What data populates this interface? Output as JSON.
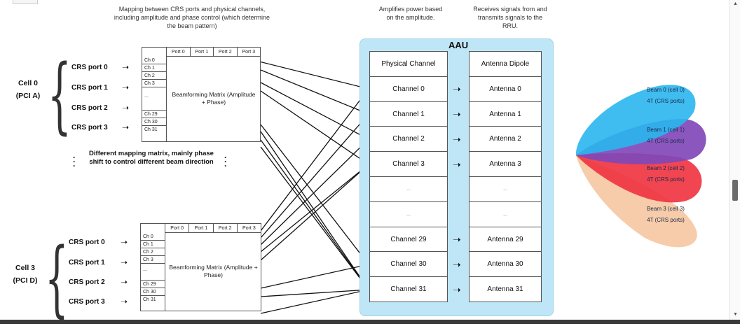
{
  "notes": {
    "mapping": "Mapping between CRS ports and physical channels, including amplitude and phase control (which determine the beam pattern)",
    "amplifies": "Amplifies power based on the amplitude.",
    "receives": "Receives signals from and transmits signals to the RRU."
  },
  "cells": [
    {
      "name": "Cell 0",
      "pci": "(PCI A)",
      "ports": [
        "CRS port 0",
        "CRS port 1",
        "CRS port 2",
        "CRS port 3"
      ]
    },
    {
      "name": "Cell 3",
      "pci": "(PCI D)",
      "ports": [
        "CRS port 0",
        "CRS port 1",
        "CRS port 2",
        "CRS port 3"
      ]
    }
  ],
  "matrix": {
    "header_ports": [
      "Port 0",
      "Port 1",
      "Port 2",
      "Port 3"
    ],
    "channels": [
      "Ch 0",
      "Ch 1",
      "Ch 2",
      "Ch 3",
      "...",
      "Ch 29",
      "Ch 30",
      "Ch 31"
    ],
    "label": "Beamforming Matrix (Amplitude + Phase)"
  },
  "middle_note": "Different mapping matrix, mainly phase shift to control different beam direction",
  "aau": {
    "title": "AAU",
    "physical_header": "Physical Channel",
    "antenna_header": "Antenna Dipole",
    "channels": [
      "Channel 0",
      "Channel 1",
      "Channel 2",
      "Channel 3",
      "...",
      "...",
      "Channel 29",
      "Channel 30",
      "Channel 31"
    ],
    "antennas": [
      "Antenna 0",
      "Antenna 1",
      "Antenna 2",
      "Antenna 3",
      "...",
      "...",
      "Antenna 29",
      "Antenna 30",
      "Antenna 31"
    ]
  },
  "beams": [
    {
      "line1": "Beam 0 (cell 0)",
      "line2": "4T (CRS ports)",
      "color": "#1fb2ee"
    },
    {
      "line1": "Beam 1 (cell 1)",
      "line2": "4T (CRS ports)",
      "color": "#7a3fb5"
    },
    {
      "line1": "Beam 2 (cell 2)",
      "line2": "4T (CRS ports)",
      "color": "#ef2a38"
    },
    {
      "line1": "Beam 3 (cell 3)",
      "line2": "4T (CRS ports)",
      "color": "#f6c49c"
    }
  ]
}
